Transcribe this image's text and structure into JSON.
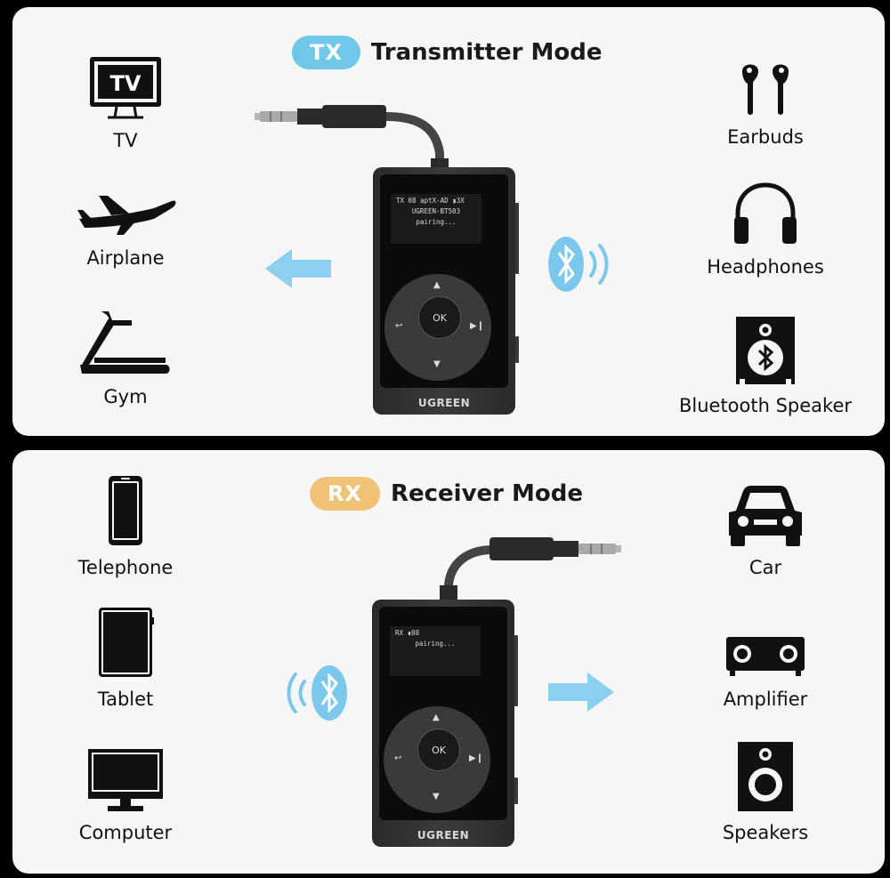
{
  "colors": {
    "tx_accent": "#6fc8e8",
    "rx_accent": "#f0c276",
    "bluetooth": "#7cc8ec",
    "arrow": "#8bd0ef",
    "icon": "#111111"
  },
  "tx": {
    "badge": "TX",
    "title": "Transmitter Mode",
    "sources": [
      {
        "label": "TV",
        "icon": "tv-icon",
        "icon_text": "TV"
      },
      {
        "label": "Airplane",
        "icon": "airplane-icon"
      },
      {
        "label": "Gym",
        "icon": "treadmill-icon"
      }
    ],
    "targets": [
      {
        "label": "Earbuds",
        "icon": "earbuds-icon"
      },
      {
        "label": "Headphones",
        "icon": "headphones-icon"
      },
      {
        "label": "Bluetooth Speaker",
        "icon": "bluetooth-speaker-icon"
      }
    ],
    "device": {
      "brand": "UGREEN",
      "screen_line1": "TX  08  aptX-AD  ▮3X",
      "screen_line2": "UGREEN-BT503",
      "screen_line3": "pairing...",
      "ok": "OK"
    }
  },
  "rx": {
    "badge": "RX",
    "title": "Receiver Mode",
    "sources": [
      {
        "label": "Telephone",
        "icon": "phone-icon"
      },
      {
        "label": "Tablet",
        "icon": "tablet-icon"
      },
      {
        "label": "Computer",
        "icon": "computer-icon"
      }
    ],
    "targets": [
      {
        "label": "Car",
        "icon": "car-icon"
      },
      {
        "label": "Amplifier",
        "icon": "amplifier-icon"
      },
      {
        "label": "Speakers",
        "icon": "speakers-icon"
      }
    ],
    "device": {
      "brand": "UGREEN",
      "screen_line1": "RX ◖08",
      "screen_line2": "pairing...",
      "ok": "OK"
    }
  }
}
